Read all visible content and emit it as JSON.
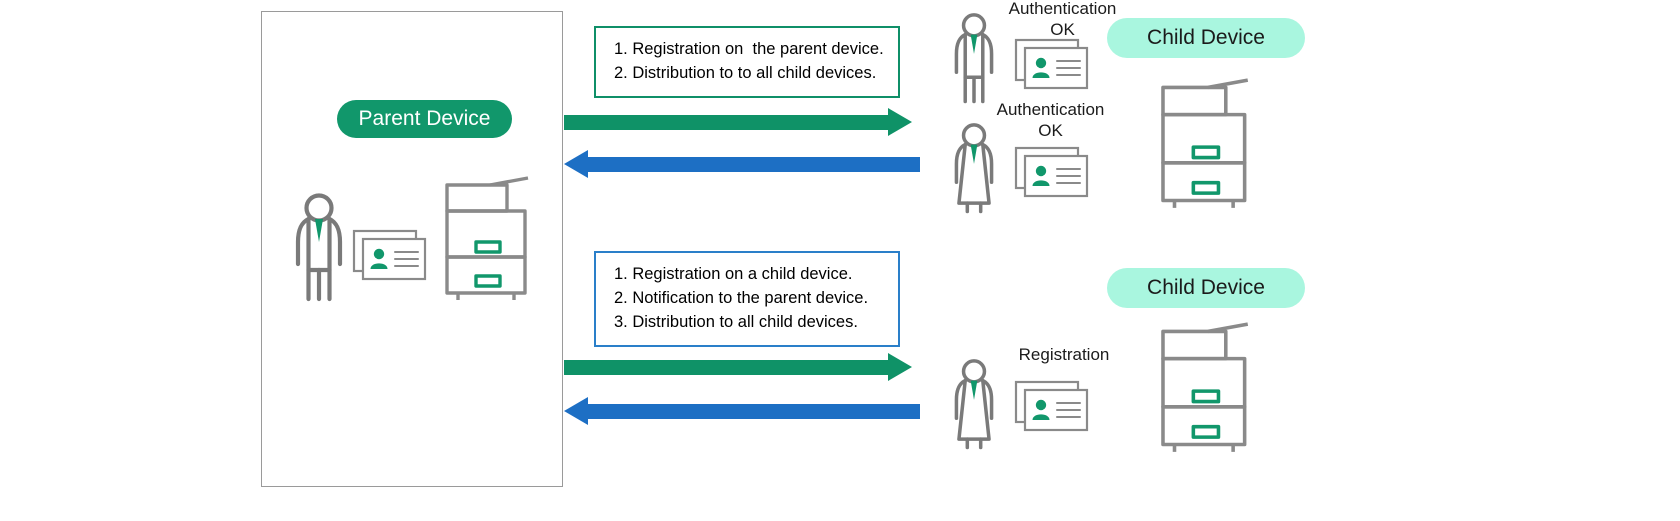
{
  "diagram": {
    "title": "Parent / child device card registration and distribution flow",
    "colors": {
      "green": "#0f9267",
      "green_dark": "#11976b",
      "blue": "#1d6fc4",
      "blue_border": "#2a7fc9",
      "mint": "#a9f6df",
      "gray": "#7a7a7a",
      "box_border": "#9a9a9a"
    }
  },
  "parent_panel": {
    "pill_label": "Parent Device",
    "icons": {
      "person": "person-icon",
      "cards": "id-card-stack-icon",
      "printer": "multifunction-printer-icon"
    }
  },
  "notes": {
    "top": {
      "border_color": "#0f8f68",
      "lines": [
        "1. Registration on  the parent device.",
        "2. Distribution to to all child devices."
      ]
    },
    "bottom": {
      "border_color": "#2a7fc9",
      "lines": [
        "1. Registration on a child device.",
        "2. Notification to the parent device.",
        "3. Distribution to all child devices."
      ]
    }
  },
  "arrows": [
    {
      "name": "arrow-top-green-right",
      "direction": "right",
      "color": "#0f9267"
    },
    {
      "name": "arrow-top-blue-left",
      "direction": "left",
      "color": "#1d6fc4"
    },
    {
      "name": "arrow-bottom-green-right",
      "direction": "right",
      "color": "#0f9267"
    },
    {
      "name": "arrow-bottom-blue-left",
      "direction": "left",
      "color": "#1d6fc4"
    }
  ],
  "child_sections": [
    {
      "pill_label": "Child Device",
      "users": [
        {
          "label": "Authentication\nOK",
          "person": "person-male-icon",
          "card": "id-card-icon"
        },
        {
          "label": "Authentication\nOK",
          "person": "person-female-icon",
          "card": "id-card-icon"
        }
      ],
      "printer": "multifunction-printer-icon"
    },
    {
      "pill_label": "Child Device",
      "users": [
        {
          "label": "Registration",
          "person": "person-female-icon",
          "card": "id-card-icon"
        }
      ],
      "printer": "multifunction-printer-icon"
    }
  ]
}
